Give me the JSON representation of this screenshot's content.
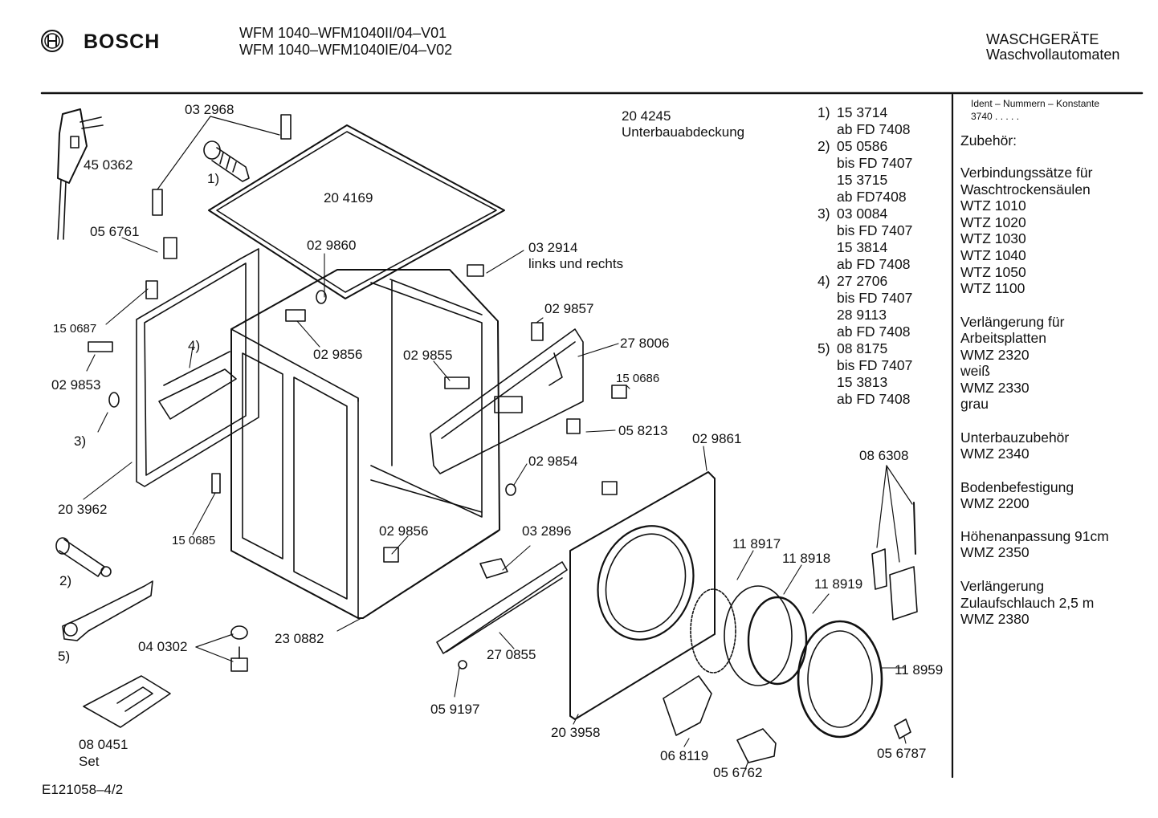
{
  "header": {
    "brand": "BOSCH",
    "model_line_1": "WFM 1040–WFM1040II/04–V01",
    "model_line_2": "WFM 1040–WFM1040IE/04–V02",
    "category": "WASCHGERÄTE",
    "subcategory": "Waschvollautomaten"
  },
  "part_labels": {
    "p032968": "03 2968",
    "p450362": "45 0362",
    "n1": "1)",
    "p204169": "20 4169",
    "p056761": "05 6761",
    "p029860": "02 9860",
    "p150687": "15 0687",
    "n4": "4)",
    "p029853": "02 9853",
    "n3": "3)",
    "p203962": "20 3962",
    "p150685": "15 0685",
    "n2": "2)",
    "n5": "5)",
    "p040302": "04 0302",
    "p080451": "08  0451",
    "set": "Set",
    "p029856a": "02 9856",
    "p029855": "02 9855",
    "p029857": "02 9857",
    "p278006": "27 8006",
    "p150686": "15 0686",
    "p032914": "03 2914",
    "p032914_note": "links und rechts",
    "p204245": "20 4245",
    "p204245_note": "Unterbauabdeckung",
    "p058213": "05 8213",
    "p029854": "02 9854",
    "p029861": "02 9861",
    "p029856b": "02 9856",
    "p032896": "03 2896",
    "p230882": "23 0882",
    "p270855": "27 0855",
    "p059197": "05 9197",
    "p203958": "20 3958",
    "p118917": "11 8917",
    "p118918": "11 8918",
    "p118919": "11 8919",
    "p118959": "11 8959",
    "p086308": "08 6308",
    "p068119": "06 8119",
    "p056762": "05 6762",
    "p056787": "05 6787"
  },
  "footnotes": [
    {
      "num": "1)",
      "lines": [
        "15 3714",
        "ab FD 7408"
      ]
    },
    {
      "num": "2)",
      "lines": [
        "05 0586",
        "bis FD 7407",
        "15 3715",
        "ab FD7408"
      ]
    },
    {
      "num": "3)",
      "lines": [
        "03 0084",
        "bis FD 7407",
        "15 3814",
        "ab FD 7408"
      ]
    },
    {
      "num": "4)",
      "lines": [
        "27 2706",
        "bis FD 7407",
        "28 9113",
        "ab FD 7408"
      ]
    },
    {
      "num": "5)",
      "lines": [
        "08 8175",
        "bis FD 7407",
        "15 3813",
        "ab FD 7408"
      ]
    }
  ],
  "sidebar": {
    "ident_title": "Ident – Nummern – Konstante",
    "ident_value": "3740  .  .  .  .  .",
    "accessories_title": "Zubehör:",
    "groups": [
      [
        "Verbindungssätze für",
        "Waschtrockensäulen",
        "WTZ 1010",
        "WTZ 1020",
        "WTZ 1030",
        "WTZ 1040",
        "WTZ 1050",
        "WTZ 1100"
      ],
      [
        "Verlängerung für",
        "Arbeitsplatten",
        "WMZ 2320",
        "weiß",
        "WMZ 2330",
        "grau"
      ],
      [
        "Unterbauzubehör",
        "WMZ 2340"
      ],
      [
        "Bodenbefestigung",
        "WMZ 2200"
      ],
      [
        "Höhenanpassung  91cm",
        "WMZ 2350"
      ],
      [
        "Verlängerung",
        "Zulaufschlauch 2,5 m",
        "WMZ 2380"
      ]
    ]
  },
  "footer": {
    "drawing_id": "E121058–4/2"
  }
}
